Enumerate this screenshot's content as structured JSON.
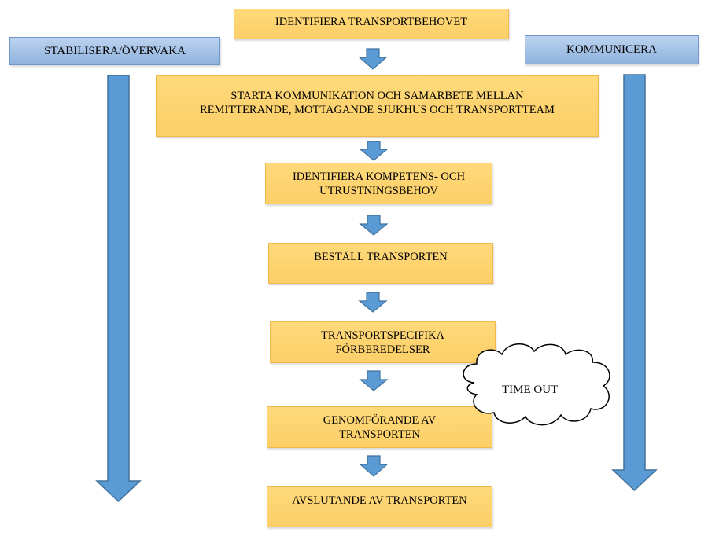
{
  "side_labels": {
    "left": "STABILISERA/ÖVERVAKA",
    "right": "KOMMUNICERA"
  },
  "steps": [
    {
      "lines": [
        "IDENTIFIERA TRANSPORTBEHOVET"
      ]
    },
    {
      "lines": [
        "STARTA KOMMUNIKATION OCH SAMARBETE MELLAN",
        "REMITTERANDE, MOTTAGANDE SJUKHUS OCH TRANSPORTTEAM"
      ]
    },
    {
      "lines": [
        "IDENTIFIERA KOMPETENS- OCH",
        "UTRUSTNINGSBEHOV"
      ]
    },
    {
      "lines": [
        "BESTÄLL TRANSPORTEN"
      ]
    },
    {
      "lines": [
        "TRANSPORTSPECIFIKA",
        "FÖRBEREDELSER"
      ]
    },
    {
      "lines": [
        "GENOMFÖRANDE AV",
        "TRANSPORTEN"
      ]
    },
    {
      "lines": [
        "AVSLUTANDE AV TRANSPORTEN"
      ]
    }
  ],
  "cloud": {
    "label": "TIME OUT"
  },
  "colors": {
    "step_fill": "#fccf68",
    "side_fill": "#a9c4e6",
    "arrow_fill": "#5b9bd5",
    "arrow_stroke": "#41719c"
  }
}
